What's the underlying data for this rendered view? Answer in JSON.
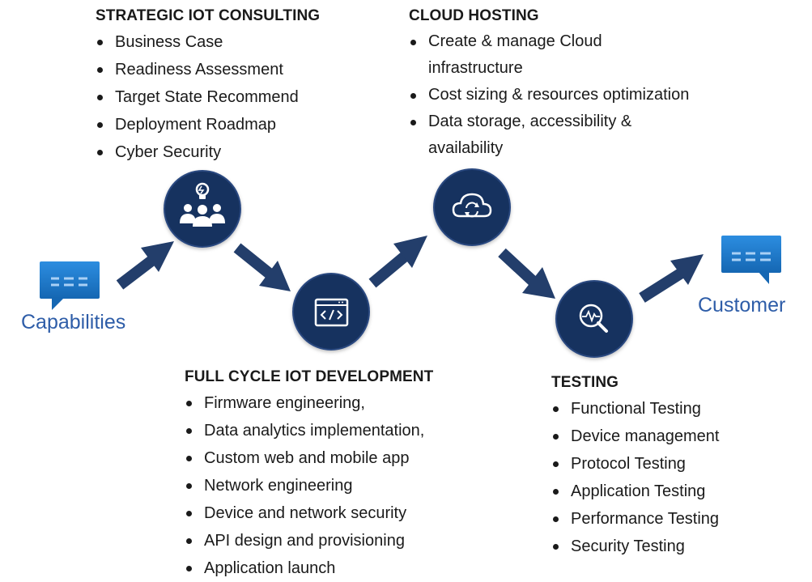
{
  "endpoints": {
    "start_label": "Capabilities",
    "end_label": "Customer"
  },
  "sections": {
    "strategic": {
      "title": "STRATEGIC IOT CONSULTING",
      "items": [
        "Business Case",
        "Readiness Assessment",
        "Target State Recommend",
        "Deployment Roadmap",
        "Cyber Security"
      ]
    },
    "cloud": {
      "title": "CLOUD HOSTING",
      "items": [
        "Create & manage Cloud infrastructure",
        "Cost sizing & resources optimization",
        "Data storage, accessibility & availability"
      ]
    },
    "development": {
      "title": "FULL CYCLE IOT DEVELOPMENT",
      "items": [
        "Firmware engineering,",
        "Data analytics implementation,",
        "Custom web and mobile app",
        "Network engineering",
        "Device and network security",
        "API design and provisioning",
        "Application launch"
      ]
    },
    "testing": {
      "title": "TESTING",
      "items": [
        "Functional Testing",
        "Device management",
        "Protocol Testing",
        "Application Testing",
        "Performance Testing",
        "Security Testing"
      ]
    }
  },
  "icons": {
    "strategic": "team-idea-icon",
    "development": "code-window-icon",
    "cloud": "cloud-sync-icon",
    "testing": "magnifier-pulse-icon",
    "start": "chat-bubble-icon",
    "end": "chat-bubble-icon"
  },
  "colors": {
    "circle": "#17305e",
    "arrow": "#233e6b",
    "bubble": "#1e7bc9",
    "end_label": "#2e5da8",
    "text": "#1a1a1a"
  }
}
